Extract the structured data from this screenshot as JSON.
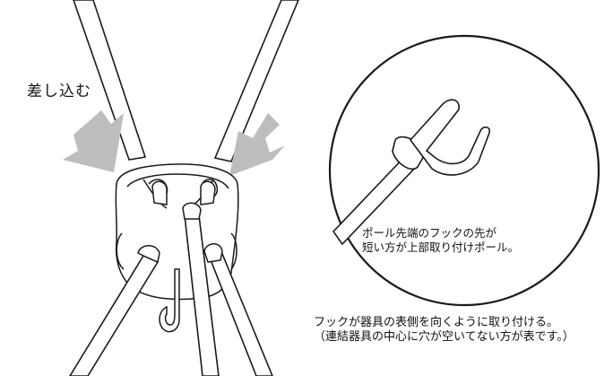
{
  "insert_label": "差し込む",
  "callout": {
    "line1": "ポール先端のフックの先が",
    "line2": "短い方が上部取り付けポール。"
  },
  "note": {
    "line1": "フックが器具の表側を向くように取り付ける。",
    "line2": "（連結器具の中心に穴が空いてない方が表です。）"
  },
  "colors": {
    "line": "#1a1a1a",
    "arrow_fill": "#bdbdbd",
    "background": "#ffffff"
  }
}
